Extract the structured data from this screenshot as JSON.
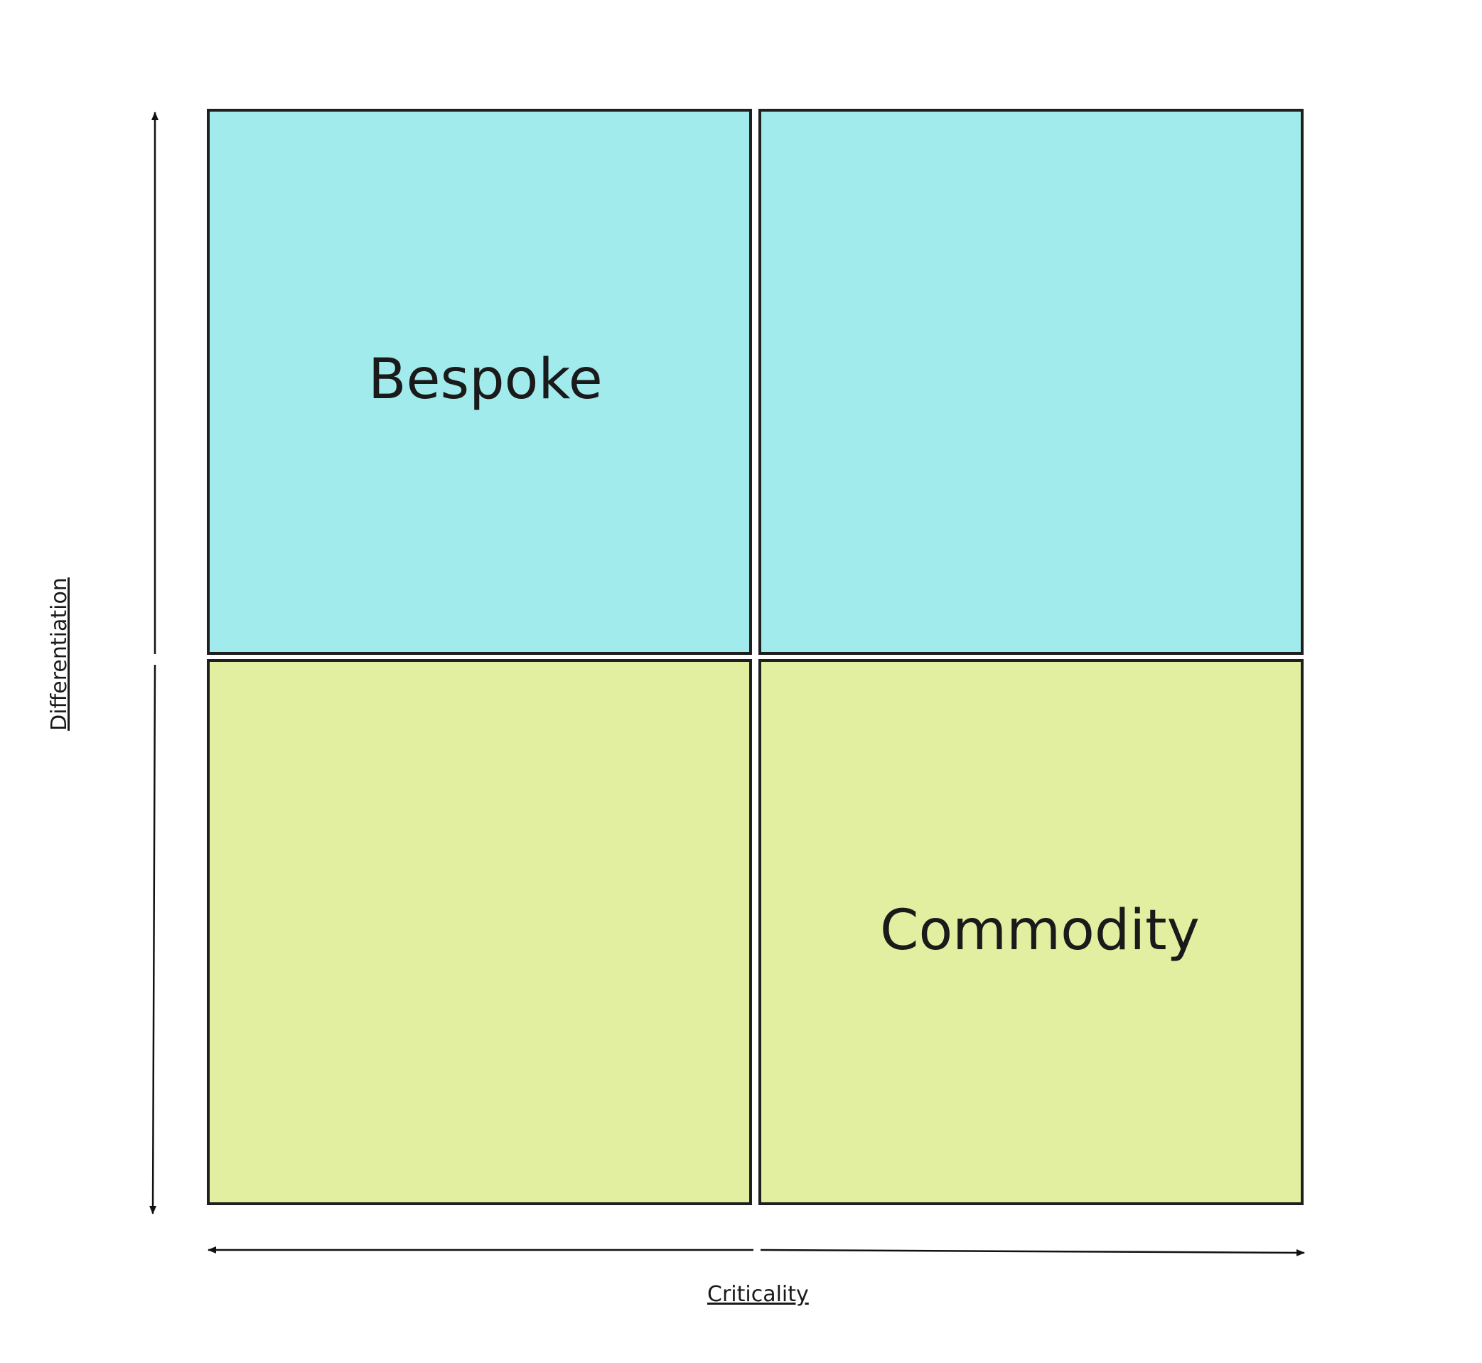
{
  "diagram": {
    "quadrants": [
      {
        "id": "top-left",
        "label": "Bespoke",
        "color": "#a2ebed"
      },
      {
        "id": "top-right",
        "label": "",
        "color": "#a2ebed"
      },
      {
        "id": "bottom-left",
        "label": "",
        "color": "#e2efa0"
      },
      {
        "id": "bottom-right",
        "label": "Commodity",
        "color": "#e2efa0"
      }
    ],
    "x_axis": {
      "label": "Criticality"
    },
    "y_axis": {
      "label": "Differentiation"
    },
    "colors": {
      "border": "#1f1f1f",
      "top_fill": "#a2ebed",
      "bottom_fill": "#e2efa0"
    }
  }
}
